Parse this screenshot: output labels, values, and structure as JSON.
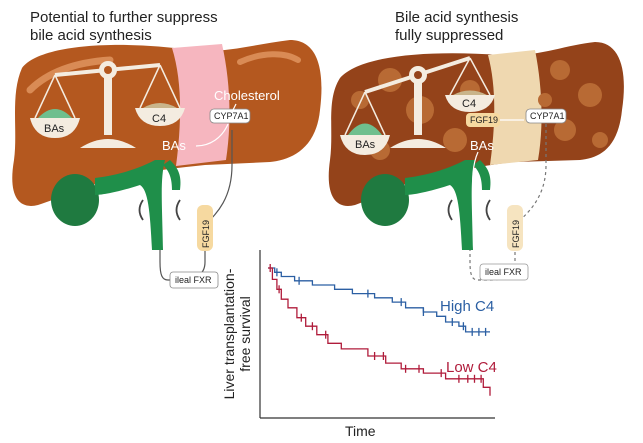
{
  "left_panel": {
    "caption_line1": "Potential to further suppress",
    "caption_line2": "bile acid synthesis",
    "bas_pan": "BAs",
    "c4_pan": "C4",
    "cholesterol": "Cholesterol",
    "enzyme": "CYP7A1",
    "bas": "BAs",
    "fgf19": "FGF19",
    "ileal": "ileal FXR"
  },
  "right_panel": {
    "caption_line1": "Bile acid synthesis",
    "caption_line2": "fully suppressed",
    "bas_pan": "BAs",
    "c4_pan": "C4",
    "fgf19_box": "FGF19",
    "enzyme": "CYP7A1",
    "bas": "BAs",
    "fgf19": "FGF19",
    "ileal": "ileal FXR"
  },
  "colors": {
    "liver": "#b4581f",
    "liver_dark": "#94431a",
    "duct_green": "#1f8f4a",
    "pink_zone": "#f6b6bf",
    "tan_zone": "#efd8b0",
    "high_c4": "#2b5fa3",
    "low_c4": "#b01c3b",
    "fgf_label": "#f6d9a0"
  },
  "chart_data": {
    "type": "line",
    "xlabel": "Time",
    "ylabel_line1": "Liver transplantation-",
    "ylabel_line2": "free survival",
    "xlim": [
      0,
      1
    ],
    "ylim": [
      0,
      1
    ],
    "series": [
      {
        "name": "High C4",
        "color": "#2b5fa3",
        "steps": [
          [
            0,
            1.0
          ],
          [
            0.03,
            0.97
          ],
          [
            0.06,
            0.94
          ],
          [
            0.12,
            0.91
          ],
          [
            0.2,
            0.88
          ],
          [
            0.3,
            0.85
          ],
          [
            0.38,
            0.82
          ],
          [
            0.48,
            0.79
          ],
          [
            0.56,
            0.76
          ],
          [
            0.62,
            0.72
          ],
          [
            0.7,
            0.69
          ],
          [
            0.76,
            0.66
          ],
          [
            0.8,
            0.62
          ],
          [
            0.86,
            0.59
          ],
          [
            0.89,
            0.55
          ],
          [
            1.0,
            0.55
          ]
        ],
        "censor": [
          0.04,
          0.14,
          0.45,
          0.6,
          0.7,
          0.83,
          0.88,
          0.92,
          0.95,
          0.98
        ]
      },
      {
        "name": "Low C4",
        "color": "#b01c3b",
        "steps": [
          [
            0,
            1.0
          ],
          [
            0.02,
            0.92
          ],
          [
            0.04,
            0.85
          ],
          [
            0.06,
            0.78
          ],
          [
            0.09,
            0.72
          ],
          [
            0.13,
            0.65
          ],
          [
            0.17,
            0.59
          ],
          [
            0.22,
            0.53
          ],
          [
            0.27,
            0.47
          ],
          [
            0.33,
            0.43
          ],
          [
            0.45,
            0.38
          ],
          [
            0.53,
            0.33
          ],
          [
            0.6,
            0.29
          ],
          [
            0.7,
            0.26
          ],
          [
            0.8,
            0.22
          ],
          [
            0.97,
            0.16
          ],
          [
            1.0,
            0.1
          ]
        ],
        "censor": [
          0.01,
          0.05,
          0.15,
          0.2,
          0.26,
          0.48,
          0.52,
          0.62,
          0.68,
          0.78,
          0.86,
          0.9,
          0.93,
          0.96
        ]
      }
    ]
  }
}
